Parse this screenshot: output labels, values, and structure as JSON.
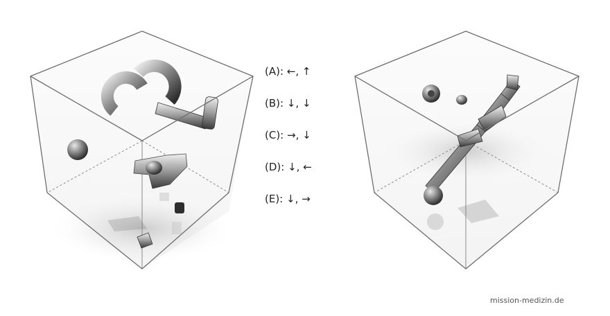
{
  "options": [
    {
      "label": "(A):",
      "answer": "←, ↑"
    },
    {
      "label": "(B):",
      "answer": "↓, ↓"
    },
    {
      "label": "(C):",
      "answer": "→, ↓"
    },
    {
      "label": "(D):",
      "answer": "↓, ←"
    },
    {
      "label": "(E):",
      "answer": "↓, →"
    }
  ],
  "credit": "mission-medizin.de",
  "colors": {
    "edge": "#6e6e6e",
    "object_dark": "#3a3a3a",
    "object_mid": "#8c8c8c",
    "object_light": "#e4e4e4"
  }
}
